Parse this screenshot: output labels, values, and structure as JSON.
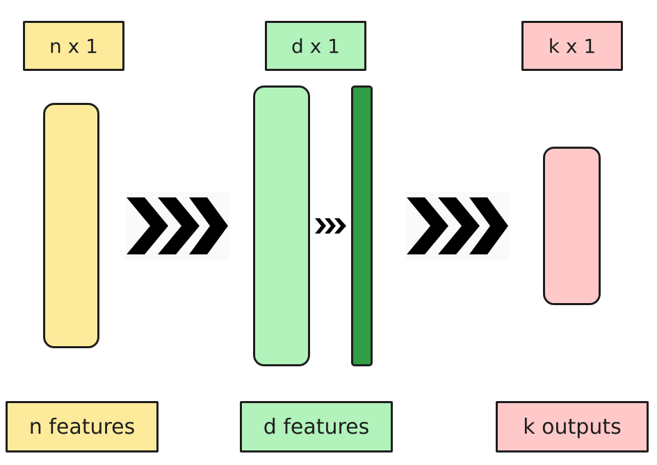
{
  "colors": {
    "yellow": "#fdeb9b",
    "green": "#b2f2bb",
    "dark_green": "#2f9e44",
    "pink": "#ffc9c9",
    "stroke": "#1e1e1e"
  },
  "dims": {
    "input": "n x 1",
    "hidden": "d x 1",
    "output": "k x 1"
  },
  "labels": {
    "input": "n features",
    "hidden": "d features",
    "output": "k outputs"
  },
  "icons": [
    "chevrons-right-icon",
    "chevrons-right-icon",
    "chevrons-right-icon"
  ]
}
